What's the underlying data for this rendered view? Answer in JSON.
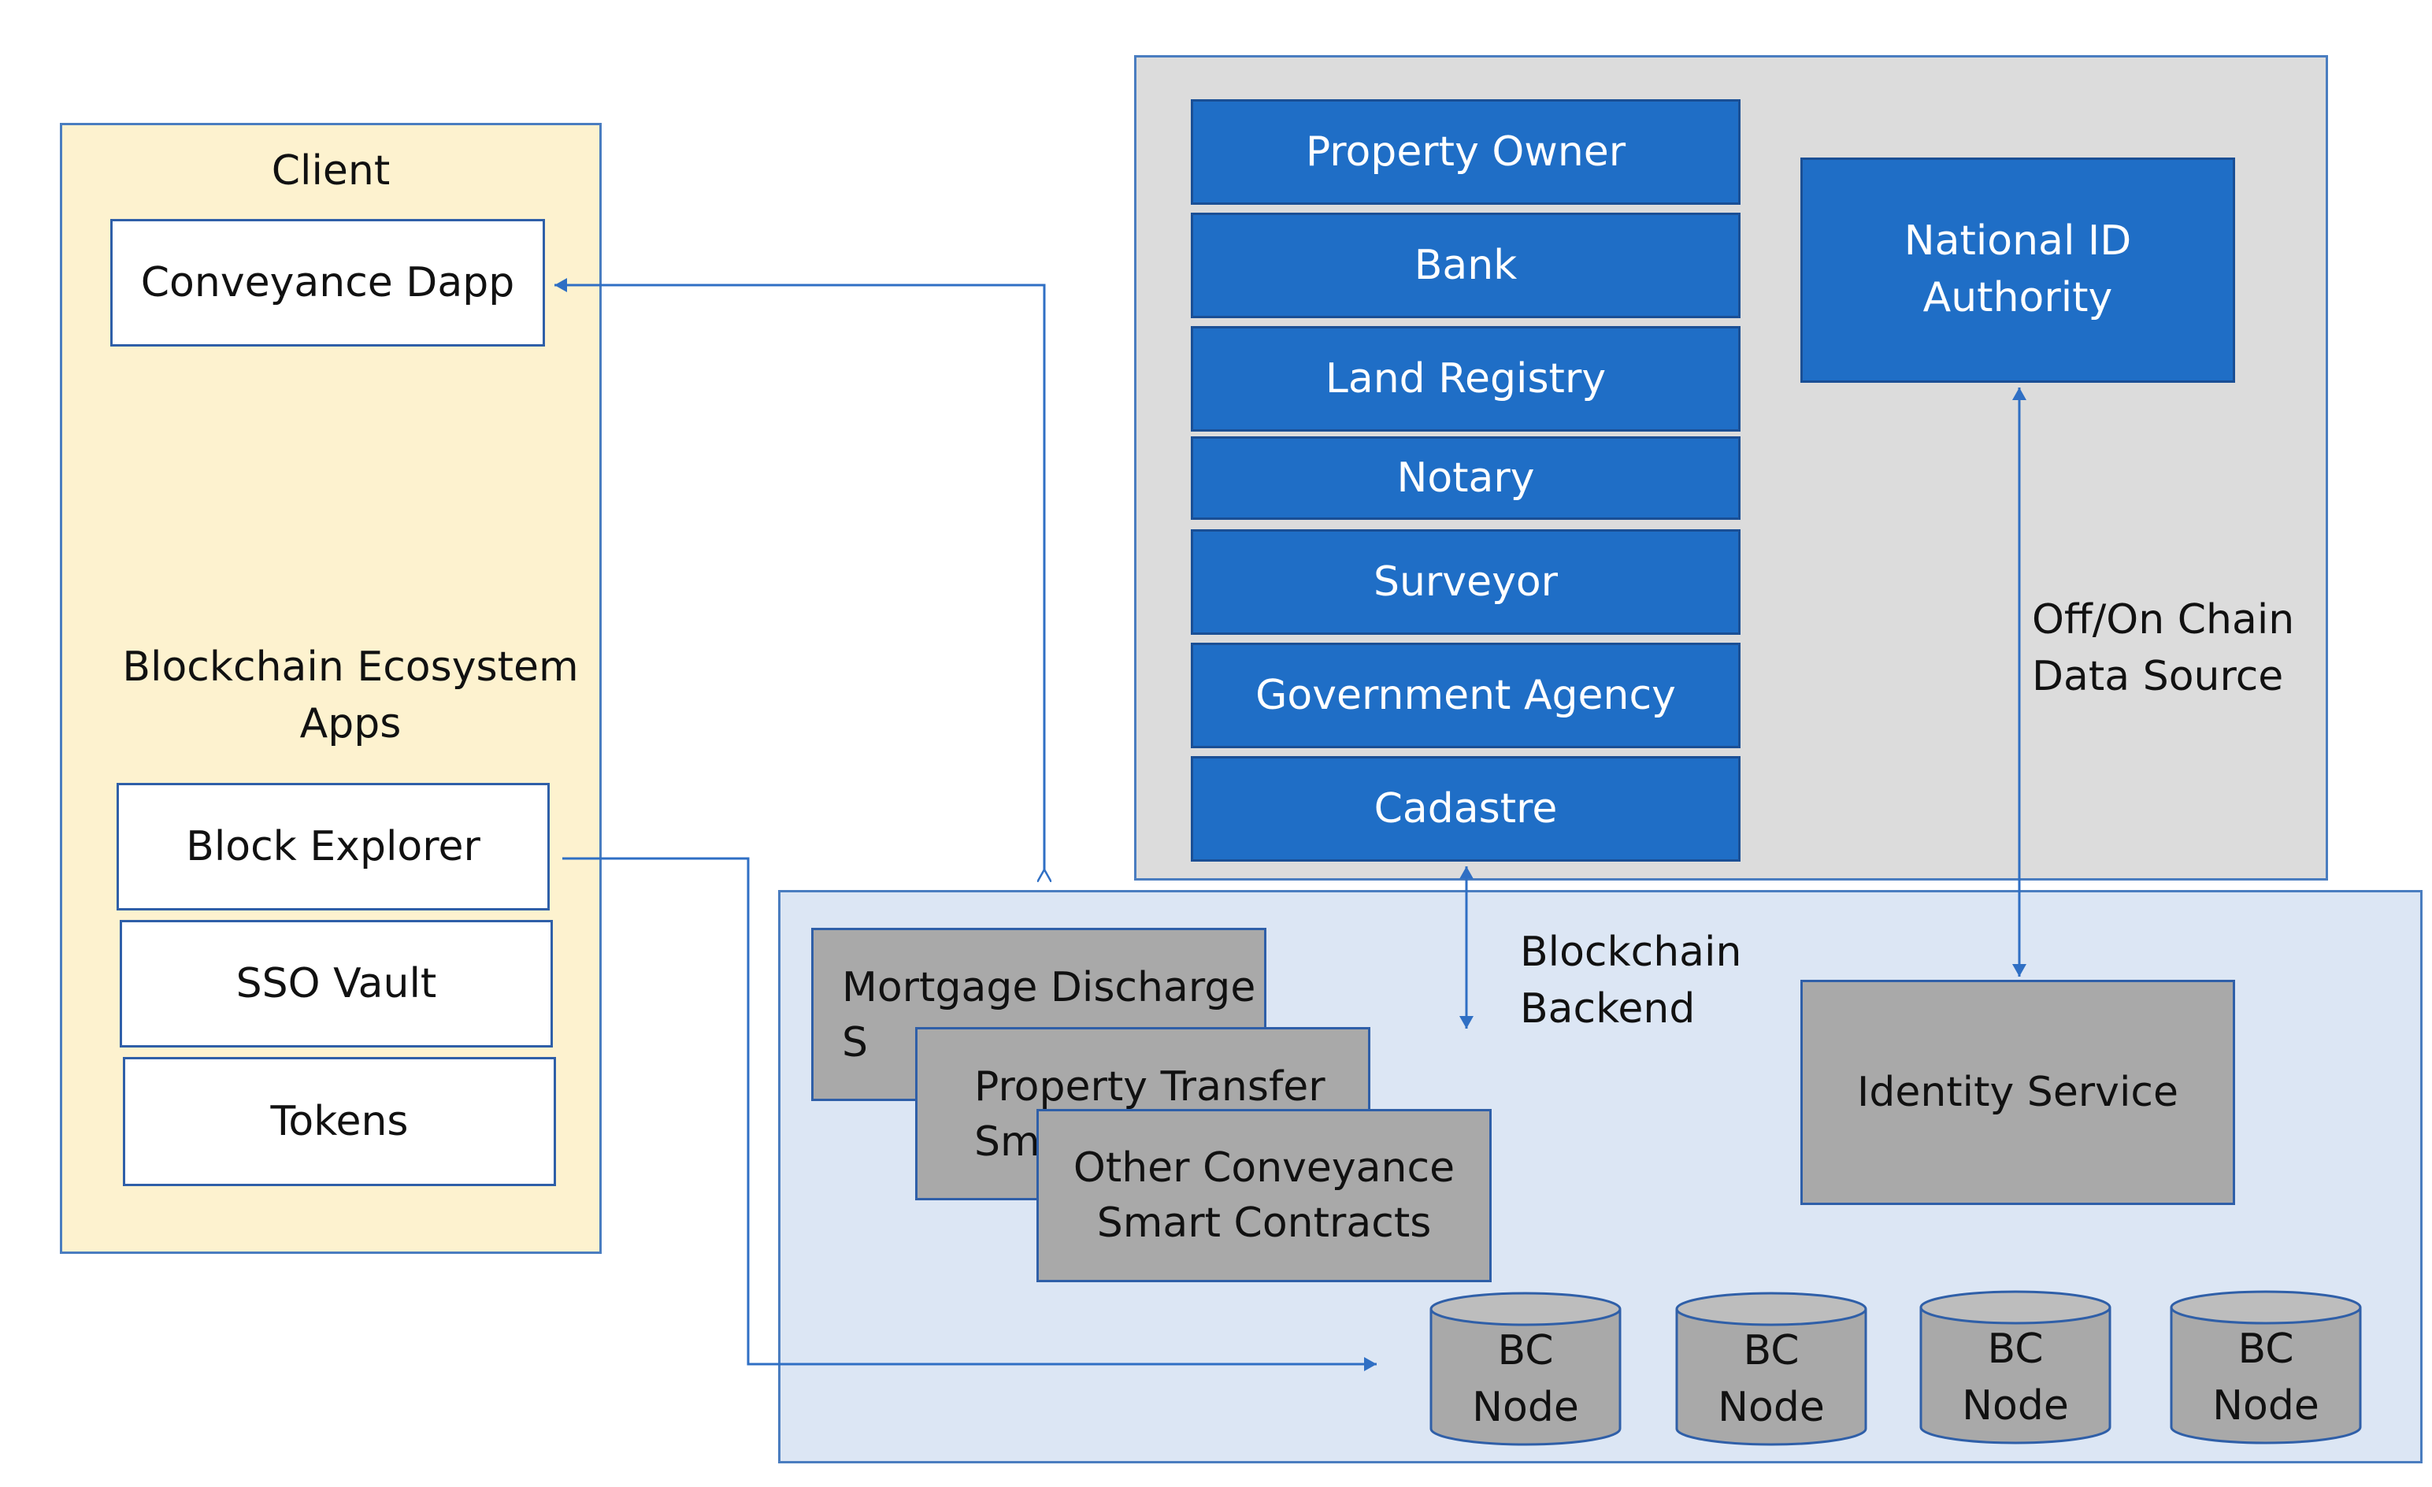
{
  "client": {
    "title": "Client",
    "dapp": "Conveyance Dapp",
    "ecosystem_title_line1": "Blockchain Ecosystem",
    "ecosystem_title_line2": "Apps",
    "apps": [
      "Block Explorer",
      "SSO Vault",
      "Tokens"
    ]
  },
  "participants": {
    "roles": [
      "Property Owner",
      "Bank",
      "Land Registry",
      "Notary",
      "Surveyor",
      "Government Agency",
      "Cadastre"
    ],
    "national_id_line1": "National ID",
    "national_id_line2": "Authority"
  },
  "connector_labels": {
    "data_source_line1": "Off/On Chain",
    "data_source_line2": "Data Source"
  },
  "backend": {
    "title_line1": "Blockchain",
    "title_line2": "Backend",
    "contracts": {
      "mortgage_line1": "Mortgage Discharge",
      "mortgage_line2": "S",
      "transfer_line1": "Property Transfer",
      "transfer_line2": "Sm",
      "other_line1": "Other Conveyance",
      "other_line2": "Smart Contracts"
    },
    "identity_service": "Identity Service",
    "node_line1": "BC",
    "node_line2": "Node",
    "node_count": 4
  },
  "colors": {
    "client_bg": "#fdf2cf",
    "participants_bg": "#dcdcdc",
    "backend_bg": "#dce6f4",
    "role_blue": "#1f6ec6",
    "contract_gray": "#a9a9a9",
    "arrow": "#2f6fc4"
  }
}
